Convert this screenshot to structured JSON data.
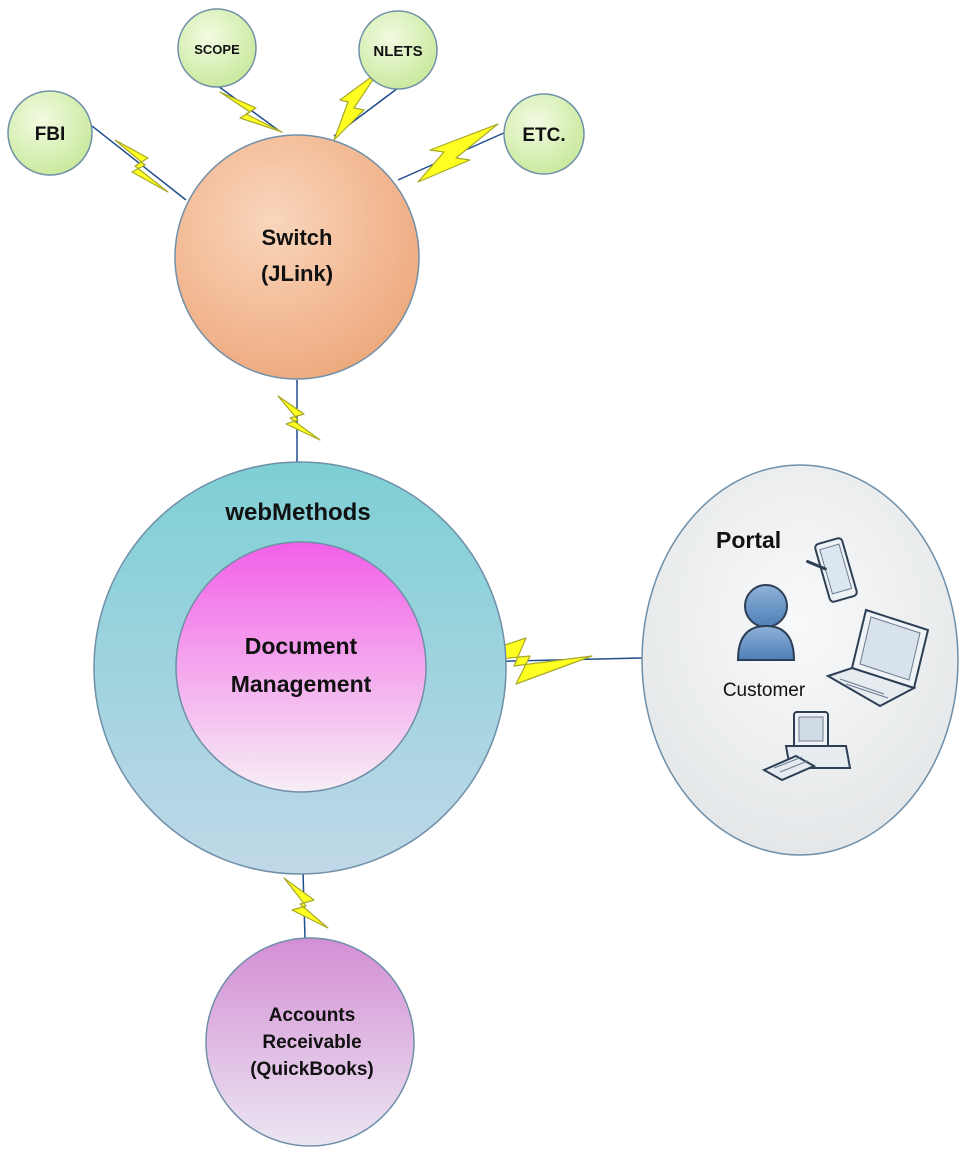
{
  "nodes": {
    "fbi": "FBI",
    "scope": "SCOPE",
    "nlets": "NLETS",
    "etc": "ETC.",
    "switch_line1": "Switch",
    "switch_line2": "(JLink)",
    "webmethods": "webMethods",
    "doc_line1": "Document",
    "doc_line2": "Management",
    "portal": "Portal",
    "customer": "Customer",
    "ar_line1": "Accounts",
    "ar_line2": "Receivable",
    "ar_line3": "(QuickBooks)"
  },
  "icons": [
    "user-icon",
    "tablet-icon",
    "laptop-icon",
    "desktop-computer-icon",
    "lightning-bolt-icon"
  ],
  "colors": {
    "agency_fill": "#d9f0b0",
    "switch_fill": "#f2b288",
    "webmethods_fill": "#8fd4d8",
    "document_fill": "#f27ae8",
    "portal_fill": "#e9ebec",
    "accounts_fill": "#d996d6",
    "bolt": "#ffff22",
    "link": "#1f4e8c"
  }
}
